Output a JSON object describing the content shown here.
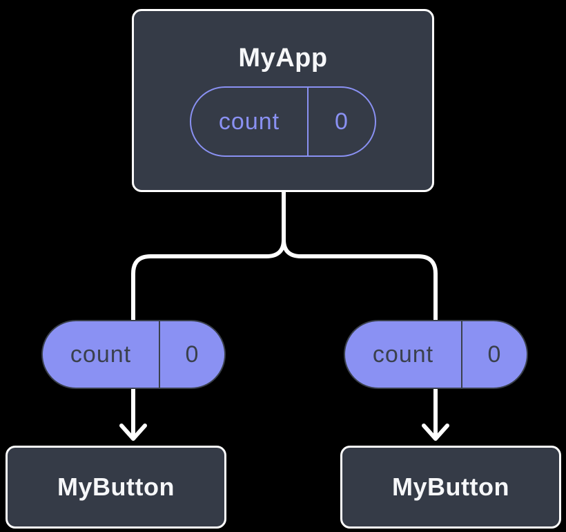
{
  "diagram": {
    "description": "React component tree with lifted state",
    "background": "#000000",
    "colors": {
      "box_fill": "#353B47",
      "box_border": "#FFFFFF",
      "accent_purple": "#8A91F3",
      "dark_text": "#3A404C",
      "light_text": "#F6F7F9",
      "connector": "#FFFFFF"
    },
    "root": {
      "title": "MyApp",
      "state": {
        "label": "count",
        "value": "0"
      }
    },
    "children": [
      {
        "title": "MyButton",
        "state": {
          "label": "count",
          "value": "0"
        }
      },
      {
        "title": "MyButton",
        "state": {
          "label": "count",
          "value": "0"
        }
      }
    ]
  }
}
